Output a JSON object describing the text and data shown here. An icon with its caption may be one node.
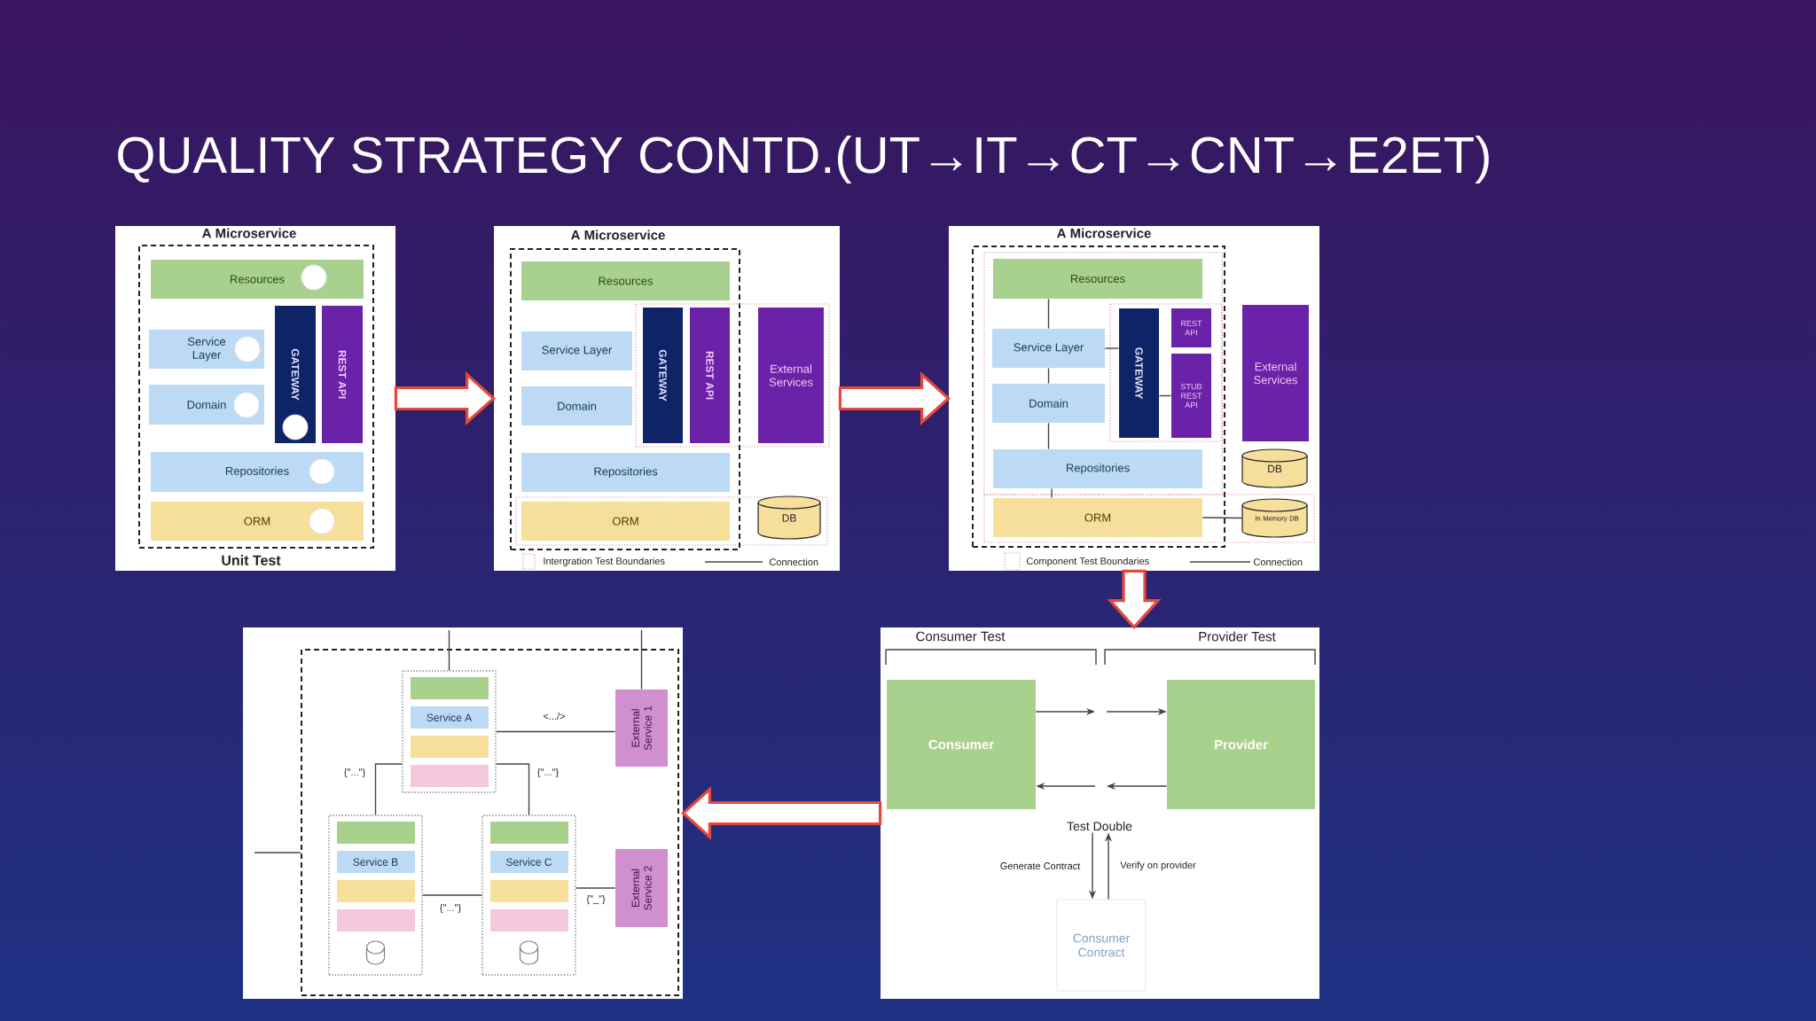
{
  "diagram": {
    "title": "QUALITY STRATEGY CONTD.(UT→IT→CT→CNT→E2ET)",
    "nodes": [
      {
        "text": [
          "Unit Test"
        ]
      },
      {
        "text": [
          "A Microservice"
        ],
        "in": 0
      },
      {
        "text": [
          "Resources"
        ],
        "in": 1
      },
      {
        "text": [
          "Service Layer"
        ],
        "in": 1
      },
      {
        "text": [
          "Domain"
        ],
        "in": 1
      },
      {
        "text": [
          "GATEWAY"
        ],
        "in": 1
      },
      {
        "text": [
          "REST API"
        ],
        "in": 1
      },
      {
        "text": [
          "Repositories"
        ],
        "in": 1
      },
      {
        "text": [
          "ORM"
        ],
        "in": 1
      },
      {
        "text": [],
        "shape": "box"
      },
      {
        "text": [
          "A Microservice"
        ],
        "in": 9
      },
      {
        "text": [
          "Resources"
        ],
        "in": 10
      },
      {
        "text": [
          "Service Layer"
        ],
        "in": 10
      },
      {
        "text": [
          "Domain"
        ],
        "in": 10
      },
      {
        "text": [
          "GATEWAY"
        ],
        "in": 10
      },
      {
        "text": [
          "REST API"
        ],
        "in": 10
      },
      {
        "text": [
          "Repositories"
        ],
        "in": 10
      },
      {
        "text": [
          "ORM"
        ],
        "in": 10
      },
      {
        "text": [
          "External Services"
        ],
        "in": 9
      },
      {
        "text": [
          "DB"
        ],
        "in": 9
      },
      {
        "text": [],
        "shape": "box"
      },
      {
        "text": [
          "A Microservice"
        ],
        "in": 20
      },
      {
        "text": [
          "Resources"
        ],
        "in": 21
      },
      {
        "text": [
          "Service Layer"
        ],
        "in": 21
      },
      {
        "text": [
          "Domain"
        ],
        "in": 21
      },
      {
        "text": [
          "GATEWAY"
        ],
        "in": 21
      },
      {
        "text": [
          "REST API"
        ],
        "in": 21
      },
      {
        "text": [
          "STUB REST API"
        ],
        "in": 21
      },
      {
        "text": [
          "Repositories"
        ],
        "in": 21
      },
      {
        "text": [
          "ORM"
        ],
        "in": 21
      },
      {
        "text": [
          "External Services"
        ],
        "in": 20
      },
      {
        "text": [
          "DB"
        ],
        "in": 20
      },
      {
        "text": [
          "In Memory DB"
        ],
        "in": 20
      },
      {
        "text": [],
        "shape": "box"
      },
      {
        "text": [
          "Consumer"
        ],
        "in": 33
      },
      {
        "text": [
          "Provider"
        ],
        "in": 33
      },
      {
        "text": [
          "Test Double"
        ],
        "in": 33
      },
      {
        "text": [
          "Consumer Contract"
        ],
        "in": 33
      },
      {
        "text": [],
        "shape": "box"
      },
      {
        "text": [],
        "shape": "box",
        "in": 38
      },
      {
        "text": [
          "Service A"
        ],
        "in": 39
      },
      {
        "text": [
          "Service B"
        ],
        "in": 39
      },
      {
        "text": [
          "Service C"
        ],
        "in": 39
      },
      {
        "text": [
          "External Service 1"
        ],
        "in": 39
      },
      {
        "text": [
          "External Service 2"
        ],
        "in": 39
      }
    ],
    "edges": [
      {
        "from": 0,
        "to": 9,
        "arrow": "to",
        "style": "thick",
        "color": "#e8473b"
      },
      {
        "from": 9,
        "to": 20,
        "arrow": "to",
        "style": "thick",
        "color": "#e8473b"
      },
      {
        "from": 20,
        "to": 33,
        "arrow": "to",
        "style": "thick",
        "color": "#e8473b"
      },
      {
        "from": 33,
        "to": 38,
        "arrow": "to",
        "style": "thick",
        "color": "#e8473b"
      },
      {
        "from": 22,
        "to": 23,
        "arrow": "none"
      },
      {
        "from": 23,
        "to": 24,
        "arrow": "none"
      },
      {
        "from": 24,
        "to": 28,
        "arrow": "none"
      },
      {
        "from": 28,
        "to": 29,
        "arrow": "none"
      },
      {
        "from": 23,
        "to": 25,
        "arrow": "none"
      },
      {
        "from": 25,
        "to": 27,
        "arrow": "none"
      },
      {
        "from": 29,
        "to": 32,
        "arrow": "none"
      },
      {
        "from": 34,
        "to": null,
        "arrow": "to"
      },
      {
        "from": null,
        "to": 35,
        "arrow": "to"
      },
      {
        "from": 35,
        "to": 36,
        "arrow": "to"
      },
      {
        "from": 36,
        "to": 34,
        "arrow": "to"
      },
      {
        "from": 36,
        "to": 37,
        "arrow": "to",
        "label": "Generate Contract"
      },
      {
        "from": 37,
        "to": 36,
        "arrow": "to",
        "label": "Verify on provider"
      },
      {
        "from": 40,
        "to": 41,
        "arrow": "none",
        "label": "{\"...\"}"
      },
      {
        "from": 40,
        "to": 42,
        "arrow": "none",
        "label": "{\"...\"}"
      },
      {
        "from": 40,
        "to": 43,
        "arrow": "none",
        "label": "<.../>"
      },
      {
        "from": 41,
        "to": 42,
        "arrow": "none",
        "label": "{\"...\"}"
      },
      {
        "from": 42,
        "to": 44,
        "arrow": "none",
        "label": "{\"_\"}"
      },
      {
        "from": null,
        "to": 40,
        "arrow": "none"
      },
      {
        "from": null,
        "to": 43,
        "arrow": "none"
      },
      {
        "from": null,
        "to": 39,
        "arrow": "none"
      }
    ],
    "labels": [
      "Consumer Test",
      "Provider Test"
    ],
    "legend": [
      {
        "text": "Intergration Test Boundaries"
      },
      {
        "text": "Connection"
      },
      {
        "text": "Component Test Boundaries"
      },
      {
        "text": "Connection"
      }
    ]
  }
}
